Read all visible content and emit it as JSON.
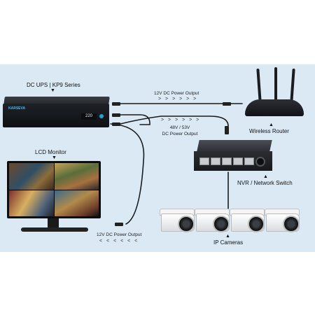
{
  "diagram": {
    "ups_label": "DC UPS | KP9 Series",
    "ups_brand": "KARSEVA",
    "ups_display": "220",
    "router_label": "Wireless Router",
    "switch_label": "NVR / Network Switch",
    "monitor_label": "LCD Monitor",
    "cameras_label": "IP Cameras",
    "out1_label": "12V DC Power Output",
    "out1_arrows": "> > > > > >",
    "out2_label_line1": "48V / 53V",
    "out2_label_line2": "DC Power Output",
    "out2_arrows": "> > > > > >",
    "out3_label": "12V DC Power Output",
    "out3_arrows": "< < < < < <",
    "pointer": "▼",
    "pointer_up": "▲"
  },
  "colors": {
    "background": "#dbe9f4",
    "cable": "#1b1b1b",
    "accent": "#1aa6c8"
  }
}
